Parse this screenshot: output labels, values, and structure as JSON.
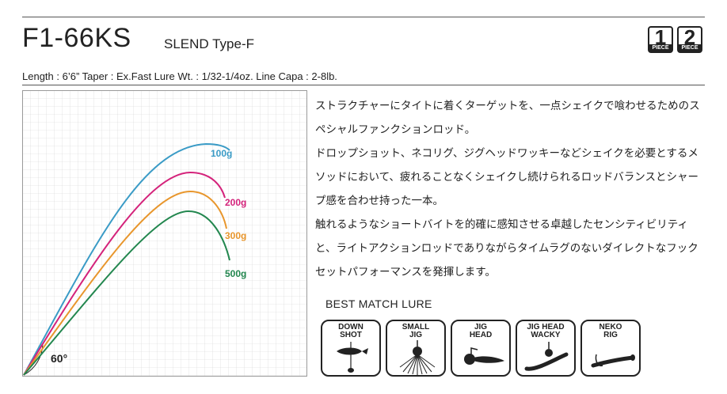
{
  "header": {
    "model": "F1-66KS",
    "series": "SLEND Type-F",
    "pieces": [
      {
        "number": "1",
        "label": "PIECE"
      },
      {
        "number": "2",
        "label": "PIECE"
      }
    ]
  },
  "specs": {
    "line": "Length : 6’6”   Taper : Ex.Fast   Lure Wt. : 1/32-1/4oz.   Line Capa : 2-8lb."
  },
  "bend_chart": {
    "angle_label": "60°",
    "curves": [
      {
        "label": "100g",
        "color": "#3a9bc6"
      },
      {
        "label": "200g",
        "color": "#d4237b"
      },
      {
        "label": "300g",
        "color": "#e8962c"
      },
      {
        "label": "500g",
        "color": "#23874f"
      }
    ]
  },
  "description": {
    "paragraphs": [
      "ストラクチャーにタイトに着くターゲットを、一点シェイクで喰わせるためのスペシャルファンクションロッド。",
      "ドロップショット、ネコリグ、ジグヘッドワッキーなどシェイクを必要とするメソッドにおいて、疲れることなくシェイクし続けられるロッドバランスとシャープ感を合わせ持った一本。",
      "触れるようなショートバイトを的確に感知させる卓越したセンシティビリティと、ライトアクションロッドでありながらタイムラグのないダイレクトなフックセットパフォーマンスを発揮します。"
    ]
  },
  "best_match": {
    "title": "BEST MATCH LURE",
    "lures": [
      {
        "line1": "DOWN",
        "line2": "SHOT",
        "icon": "downshot-icon"
      },
      {
        "line1": "SMALL",
        "line2": "JIG",
        "icon": "small-jig-icon"
      },
      {
        "line1": "JIG",
        "line2": "HEAD",
        "icon": "jig-head-icon"
      },
      {
        "line1": "JIG HEAD",
        "line2": "WACKY",
        "icon": "jig-head-wacky-icon"
      },
      {
        "line1": "NEKO",
        "line2": "RIG",
        "icon": "neko-rig-icon"
      }
    ]
  }
}
